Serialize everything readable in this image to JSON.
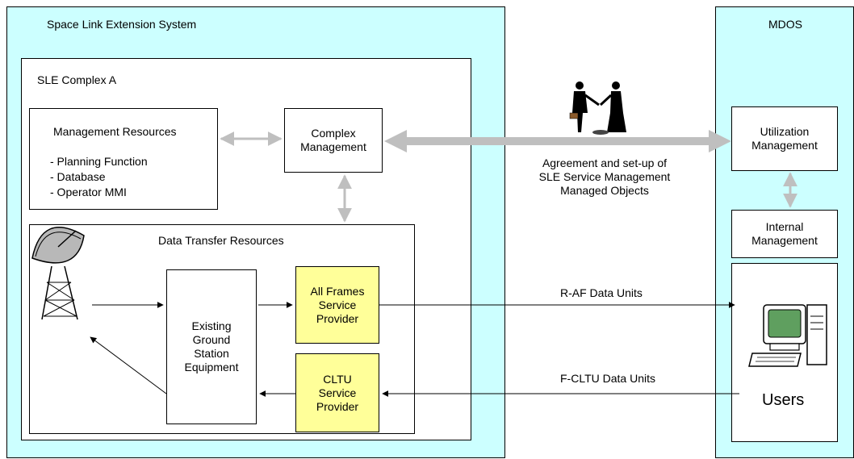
{
  "sle_system": {
    "title": "Space Link Extension System"
  },
  "mdos": {
    "title": "MDOS"
  },
  "complex": {
    "title": "SLE Complex A"
  },
  "management_resources": {
    "title": "Management Resources",
    "items": [
      "- Planning Function",
      "- Database",
      "- Operator MMI"
    ]
  },
  "complex_management": {
    "line1": "Complex",
    "line2": "Management"
  },
  "data_transfer": {
    "title": "Data Transfer Resources"
  },
  "ground_station": {
    "lines": [
      "Existing",
      "Ground",
      "Station",
      "Equipment"
    ]
  },
  "all_frames": {
    "lines": [
      "All Frames",
      "Service",
      "Provider"
    ]
  },
  "cltu": {
    "lines": [
      "CLTU",
      "Service",
      "Provider"
    ]
  },
  "agreement": {
    "lines": [
      "Agreement and set-up of",
      "SLE Service Management",
      "Managed Objects"
    ]
  },
  "utilization": {
    "line1": "Utilization",
    "line2": "Management"
  },
  "internal": {
    "line1": "Internal",
    "line2": "Management"
  },
  "users": {
    "label": "Users"
  },
  "raf": {
    "label": "R-AF Data Units"
  },
  "fcltu": {
    "label": "F-CLTU Data Units"
  },
  "colors": {
    "panel": "#ccffff",
    "provider": "#ffff99",
    "arrow_gray": "#bfbfbf"
  },
  "icons": [
    "satellite-dish-icon",
    "handshake-people-icon",
    "computer-icon"
  ]
}
